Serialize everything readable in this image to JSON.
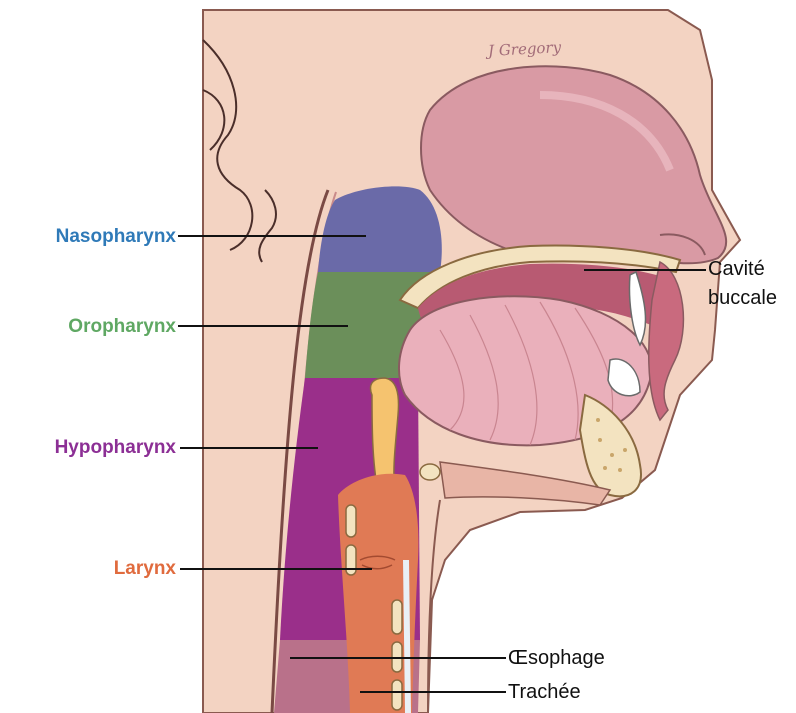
{
  "labels": {
    "nasopharynx": "Nasopharynx",
    "oropharynx": "Oropharynx",
    "hypopharynx": "Hypopharynx",
    "larynx": "Larynx",
    "cavite_line1": "Cavité",
    "cavite_line2": "buccale",
    "oesophage": "Œsophage",
    "trachee": "Trachée"
  },
  "signature": "J Gregory",
  "colors": {
    "nasopharynx": "#2f7ab8",
    "oropharynx": "#5fa863",
    "hypopharynx": "#8c2f95",
    "larynx": "#e06b3e",
    "skin": "#f3d3c2",
    "tissue": "#e8a5b0"
  }
}
